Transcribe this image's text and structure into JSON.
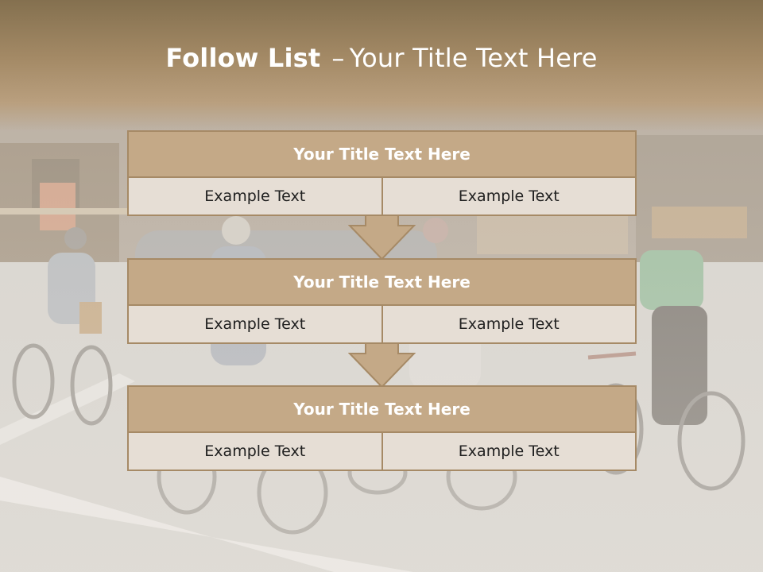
{
  "slide": {
    "title_bold": "Follow List",
    "title_sep": "–",
    "title_rest": "Your Title Text Here"
  },
  "steps": [
    {
      "title": "Your Title Text Here",
      "left": "Example Text",
      "right": "Example Text"
    },
    {
      "title": "Your Title Text Here",
      "left": "Example Text",
      "right": "Example Text"
    },
    {
      "title": "Your Title Text Here",
      "left": "Example Text",
      "right": "Example Text"
    }
  ],
  "colors": {
    "header_fill": "#c4a987",
    "cell_fill": "#e6ded5",
    "border": "#a68a66",
    "title_band": "#8c7655"
  }
}
